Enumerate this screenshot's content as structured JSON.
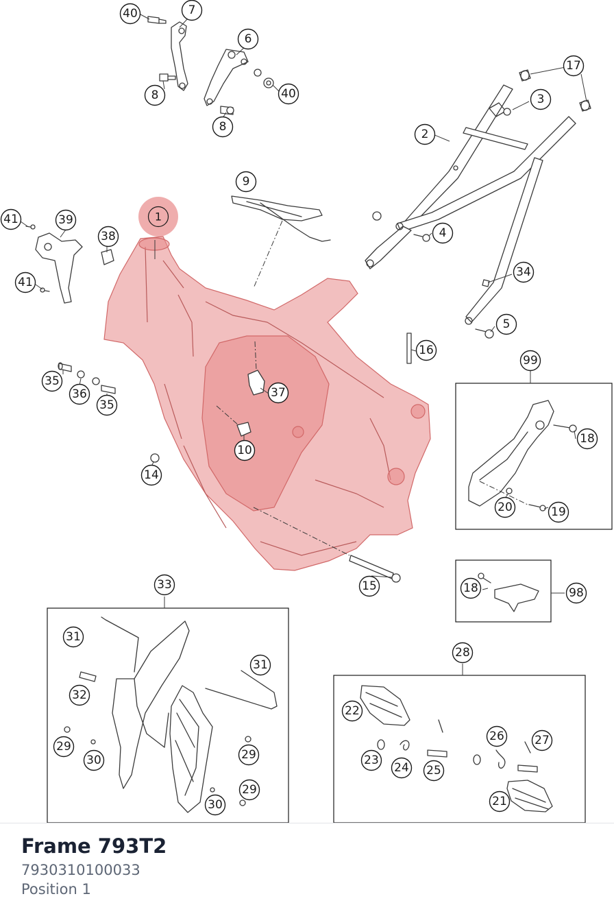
{
  "footer": {
    "title": "Frame 793T2",
    "part_number": "7930310100033",
    "position": "Position 1"
  },
  "diagram": {
    "callouts": [
      "40",
      "7",
      "6",
      "8",
      "40",
      "8",
      "17",
      "3",
      "2",
      "4",
      "34",
      "5",
      "9",
      "1",
      "41",
      "39",
      "38",
      "41",
      "16",
      "37",
      "35",
      "36",
      "35",
      "10",
      "14",
      "99",
      "18",
      "20",
      "19",
      "15",
      "33",
      "18",
      "98",
      "28",
      "31",
      "31",
      "32",
      "22",
      "29",
      "30",
      "29",
      "26",
      "27",
      "23",
      "24",
      "25",
      "21",
      "29",
      "30"
    ],
    "highlighted_part": "1"
  },
  "colors": {
    "highlight": "#e88a8a",
    "title": "#1a2233",
    "subtitle": "#5d6675",
    "line": "#3a3a3a"
  }
}
